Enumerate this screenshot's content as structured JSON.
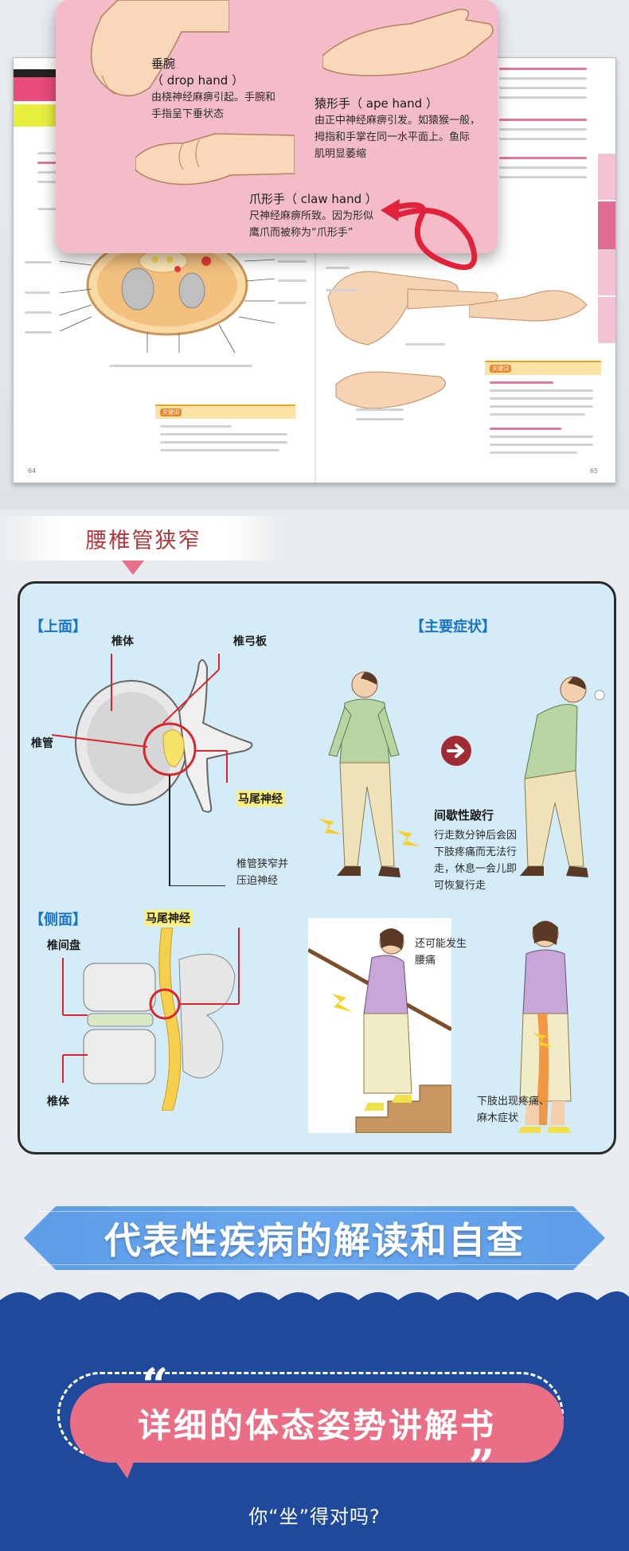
{
  "book": {
    "page_left": "64",
    "page_right": "65",
    "callout": {
      "drop_hand": {
        "title": "垂腕",
        "en": "（ drop hand ）",
        "desc1": "由桡神经麻痹引起。手腕和",
        "desc2": "手指呈下垂状态"
      },
      "ape_hand": {
        "title": "猿形手（ ape hand ）",
        "desc1": "由正中神经麻痹引发。如猿猴一般，",
        "desc2": "拇指和手掌在同一水平面上。鱼际",
        "desc3": "肌明显萎缩"
      },
      "claw_hand": {
        "title": "爪形手（ claw hand ）",
        "desc1": "尺神经麻痹所致。因为形似",
        "desc2": "鹰爪而被称为“爪形手”"
      }
    }
  },
  "lumbar": {
    "ribbon_title": "腰椎管狭窄",
    "top_view": {
      "heading": "【上面】",
      "vertebral_body": "椎体",
      "lamina": "椎弓板",
      "canal": "椎管",
      "cauda": "马尾神经",
      "compress1": "椎管狭窄并",
      "compress2": "压迫神经"
    },
    "side_view": {
      "heading": "【侧面】",
      "cauda": "马尾神经",
      "disc": "椎间盘",
      "vertebral_body": "椎体"
    },
    "symptoms": {
      "heading": "【主要症状】",
      "claudication_title": "间歇性跛行",
      "claudication_1": "行走数分钟后会因",
      "claudication_2": "下肢疼痛而无法行",
      "claudication_3": "走，休息一会儿即",
      "claudication_4": "可恢复行走",
      "backpain_1": "还可能发生",
      "backpain_2": "腰痛",
      "legpain_1": "下肢出现疼痛、",
      "legpain_2": "麻木症状"
    }
  },
  "footer": {
    "banner": "代表性疾病的解读和自查",
    "pill": "详细的体态姿势讲解书",
    "open_quote": "“",
    "close_quote": "”",
    "subline": "你“坐”得对吗?"
  },
  "colors": {
    "pink_callout": "#f4bcc8",
    "ribbon_text": "#b23a3d",
    "panel_bg": "#d4ecf7",
    "heading_blue": "#1a74c4",
    "banner_blue": "#5e9ee8",
    "navy": "#1f4a9c",
    "pill_pink": "#ea6f86"
  }
}
